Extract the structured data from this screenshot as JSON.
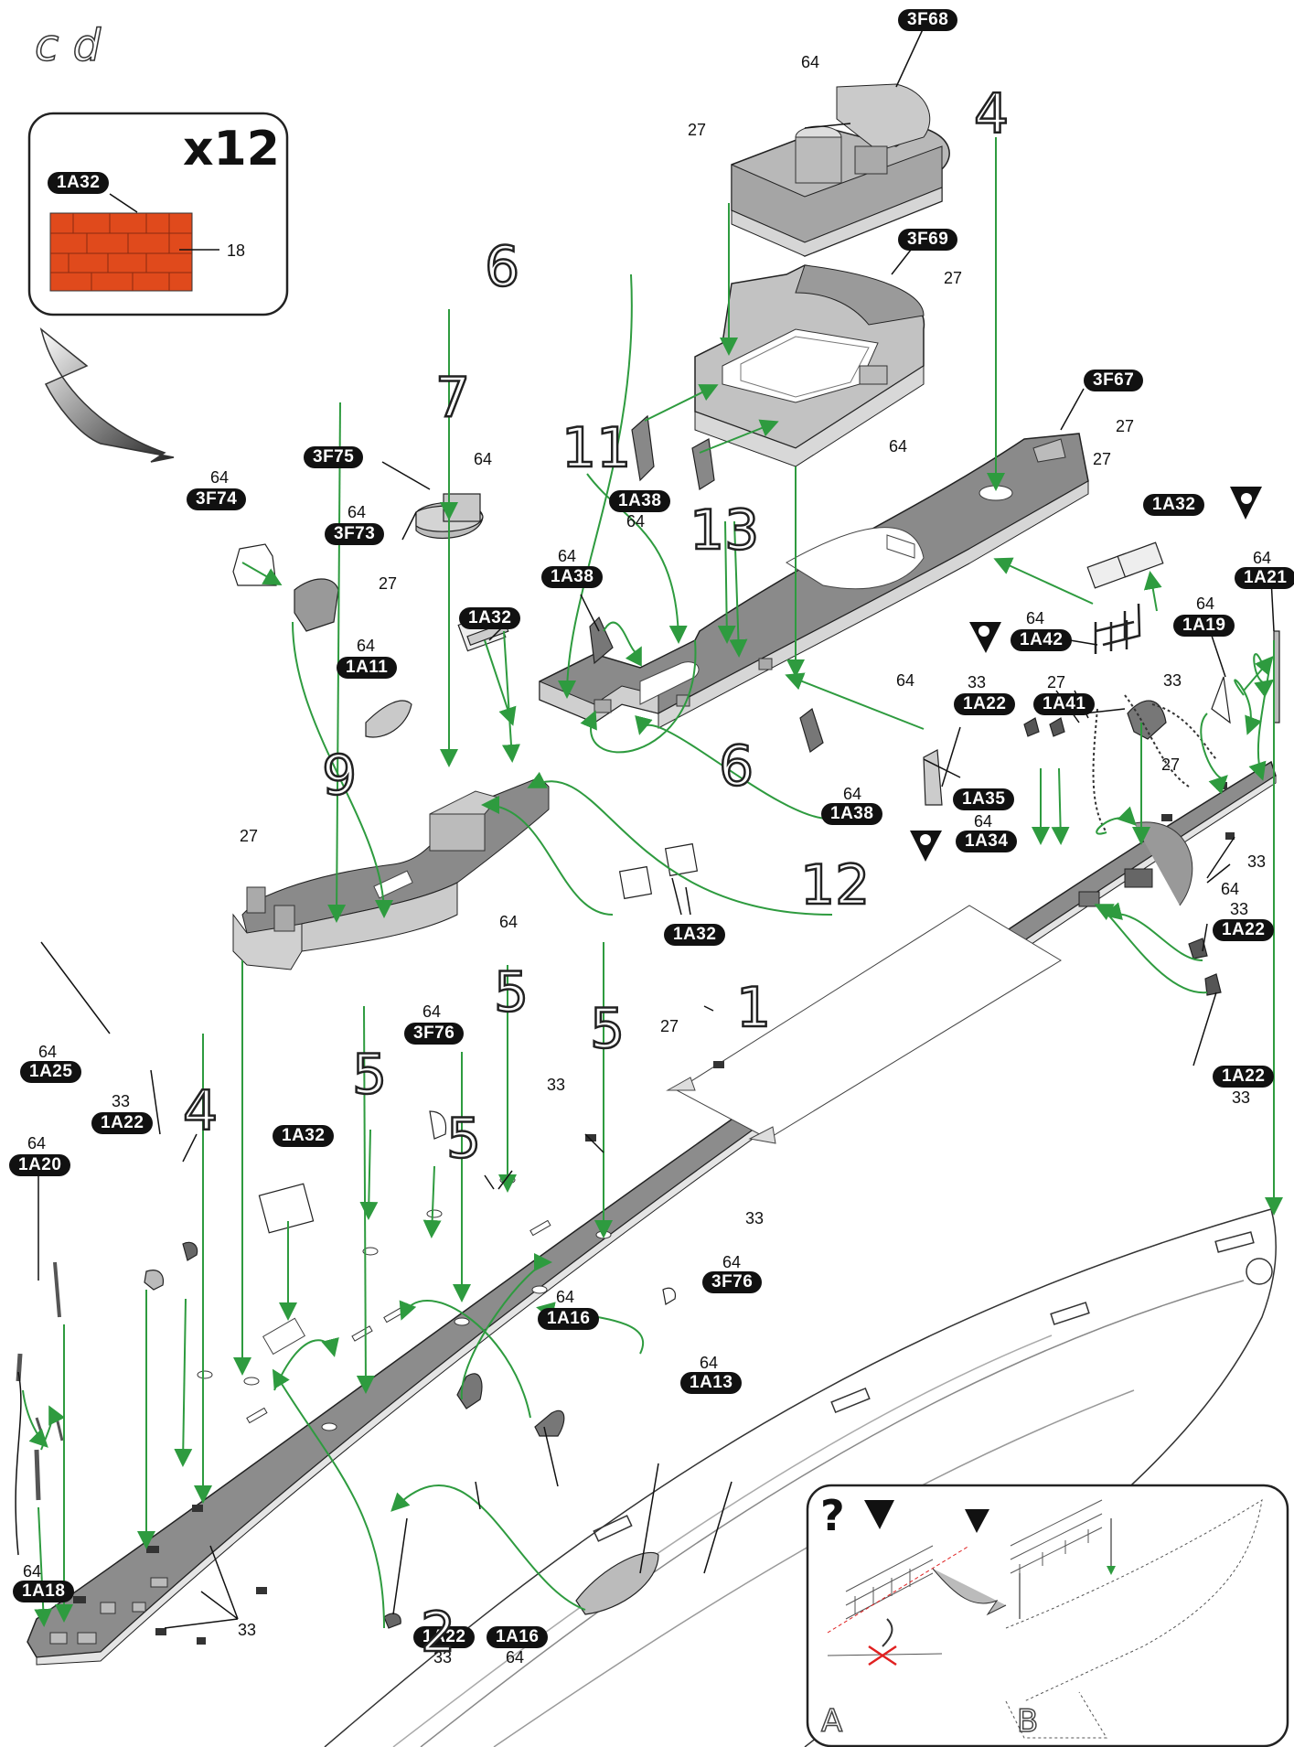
{
  "corner_label": "c d",
  "multiplier_box": {
    "multiplier": "x12",
    "part_tag": "1A32",
    "number": "18"
  },
  "part_tags": {
    "t3F68": "3F68",
    "t3F69": "3F69",
    "t3F67": "3F67",
    "t3F75": "3F75",
    "t3F74": "3F74",
    "t3F73": "3F73",
    "t1A38a": "1A38",
    "t1A38b": "1A38",
    "t1A38c": "1A38",
    "t1A32a": "1A32",
    "t1A32b": "1A32",
    "t1A32c": "1A32",
    "t1A32d": "1A32",
    "t1A11": "1A11",
    "t1A42": "1A42",
    "t1A41": "1A41",
    "t1A22a": "1A22",
    "t1A22b": "1A22",
    "t1A22c": "1A22",
    "t1A22d": "1A22",
    "t1A22e": "1A22",
    "t1A21": "1A21",
    "t1A19": "1A19",
    "t1A35": "1A35",
    "t1A34": "1A34",
    "t3F76a": "3F76",
    "t3F76b": "3F76",
    "t1A25": "1A25",
    "t1A20": "1A20",
    "t1A18": "1A18",
    "t1A16a": "1A16",
    "t1A16b": "1A16",
    "t1A13": "1A13"
  },
  "numbers": {
    "n64_3F68": "64",
    "n27_3F68": "27",
    "n27_3F69": "27",
    "n64_3F69": "64",
    "n27_3F67a": "27",
    "n27_3F67b": "27",
    "n64_3F75": "64",
    "n27_3F75": "27",
    "n64_3F74": "64",
    "n64_3F73": "64",
    "n64_1A38a": "64",
    "n64_1A38b": "64",
    "n64_1A38c": "64",
    "n64_1A11": "64",
    "n27_deck1": "27",
    "n64_deck1": "64",
    "n64_mid": "64",
    "n64_1A42": "64",
    "n33_1A22a": "33",
    "n27_1A41": "27",
    "n33_chain": "33",
    "n27_bow": "27",
    "n33_bow1": "33",
    "n64_bow": "64",
    "n33_1A22b": "33",
    "n33_1A22c": "33",
    "n64_1A21": "64",
    "n64_1A19": "64",
    "n64_1A34": "64",
    "n64_3F76a": "64",
    "n27_main": "27",
    "n33_main1": "33",
    "n33_main2": "33",
    "n64_3F76b": "64",
    "n64_1A16a": "64",
    "n64_1A13": "64",
    "n64_1A16b": "64",
    "n33_1A22d": "33",
    "n33_stern": "33",
    "n64_1A25": "64",
    "n33_1A22e": "33",
    "n64_1A20": "64",
    "n64_1A18": "64"
  },
  "steps": {
    "s4a": "4",
    "s6a": "6",
    "s7": "7",
    "s11": "11",
    "s13": "13",
    "s9": "9",
    "s6b": "6",
    "s12": "12",
    "s1": "1",
    "s5a": "5",
    "s5b": "5",
    "s5c": "5",
    "s5d": "5",
    "s4b": "4",
    "s2": "2"
  },
  "inset": {
    "question": "?",
    "label_a": "A",
    "label_b": "B"
  },
  "colors": {
    "arrow": "#2e9b3f",
    "deck": "#8a8a8a",
    "part_grey": "#c8c8c8",
    "decal": "#e04a1c"
  },
  "icons": [
    "paint-bottle-icon",
    "glue-icon",
    "curved-arrow-icon"
  ]
}
